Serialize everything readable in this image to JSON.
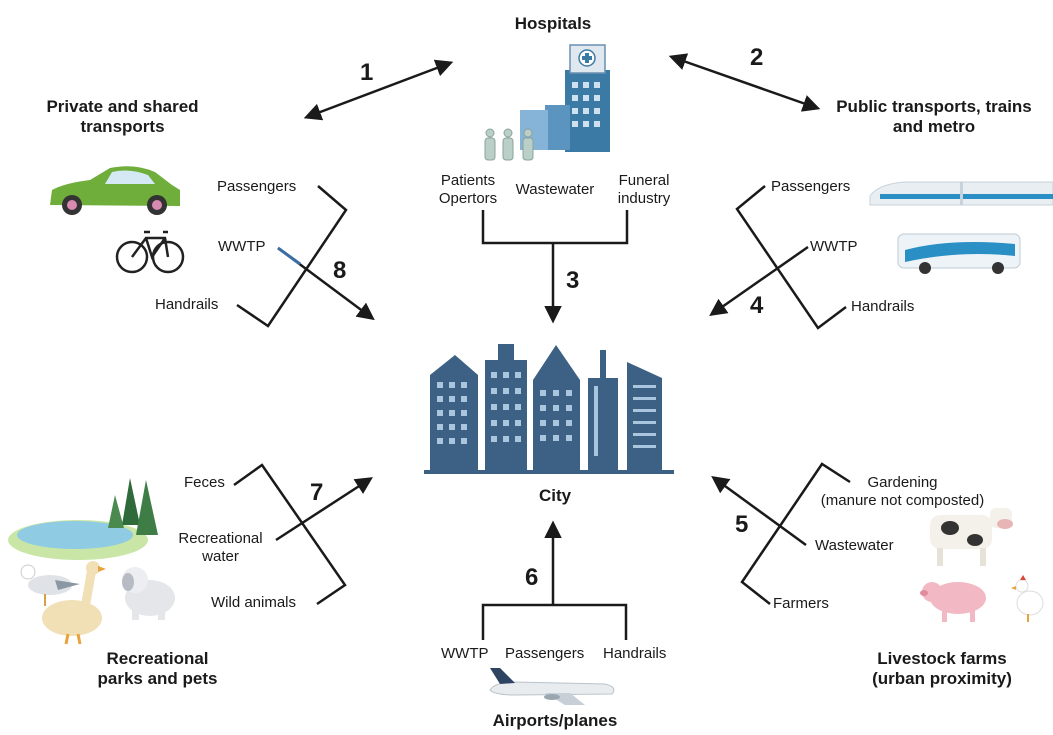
{
  "hub": {
    "title": "City"
  },
  "sources": [
    {
      "id": "hospitals",
      "title": "Hospitals"
    },
    {
      "id": "private_transports",
      "title_lines": [
        "Private and shared",
        "transports"
      ]
    },
    {
      "id": "public_transports",
      "title_lines": [
        "Public transports, trains",
        "and metro"
      ]
    },
    {
      "id": "recreational",
      "title_lines": [
        "Recreational",
        "parks and pets"
      ]
    },
    {
      "id": "livestock",
      "title_lines": [
        "Livestock farms",
        "(urban proximity)"
      ]
    },
    {
      "id": "airports",
      "title": "Airports/planes"
    }
  ],
  "inputs": {
    "hospital": {
      "a_lines": [
        "Patients",
        "Opertors"
      ],
      "b": "Wastewater",
      "c_lines": [
        "Funeral",
        "industry"
      ]
    },
    "private": {
      "passengers": "Passengers",
      "wwtp": "WWTP",
      "handrails": "Handrails"
    },
    "public": {
      "passengers": "Passengers",
      "wwtp": "WWTP",
      "handrails": "Handrails"
    },
    "recreational": {
      "feces": "Feces",
      "water_lines": [
        "Recreational",
        "water"
      ],
      "animals": "Wild animals"
    },
    "livestock": {
      "gardening_lines": [
        "Gardening",
        "(manure not composted)"
      ],
      "wastewater": "Wastewater",
      "farmers": "Farmers"
    },
    "airport": {
      "wwtp": "WWTP",
      "passengers": "Passengers",
      "handrails": "Handrails"
    }
  },
  "routes": [
    "1",
    "2",
    "3",
    "4",
    "5",
    "6",
    "7",
    "8"
  ],
  "colors": {
    "city": "#3c6184",
    "building_window": "#a9c6de",
    "arrow": "#1a1a1a",
    "car": "#6fae3a",
    "train": "#2a8fc4"
  },
  "icons": [
    "hospital-building-icon",
    "medical-staff-icon",
    "car-icon",
    "bicycle-icon",
    "train-icon",
    "bus-icon",
    "city-skyline-icon",
    "lake-trees-icon",
    "seagull-icon",
    "goose-icon",
    "dog-icon",
    "cow-icon",
    "pig-icon",
    "chicken-icon",
    "airplane-icon"
  ]
}
